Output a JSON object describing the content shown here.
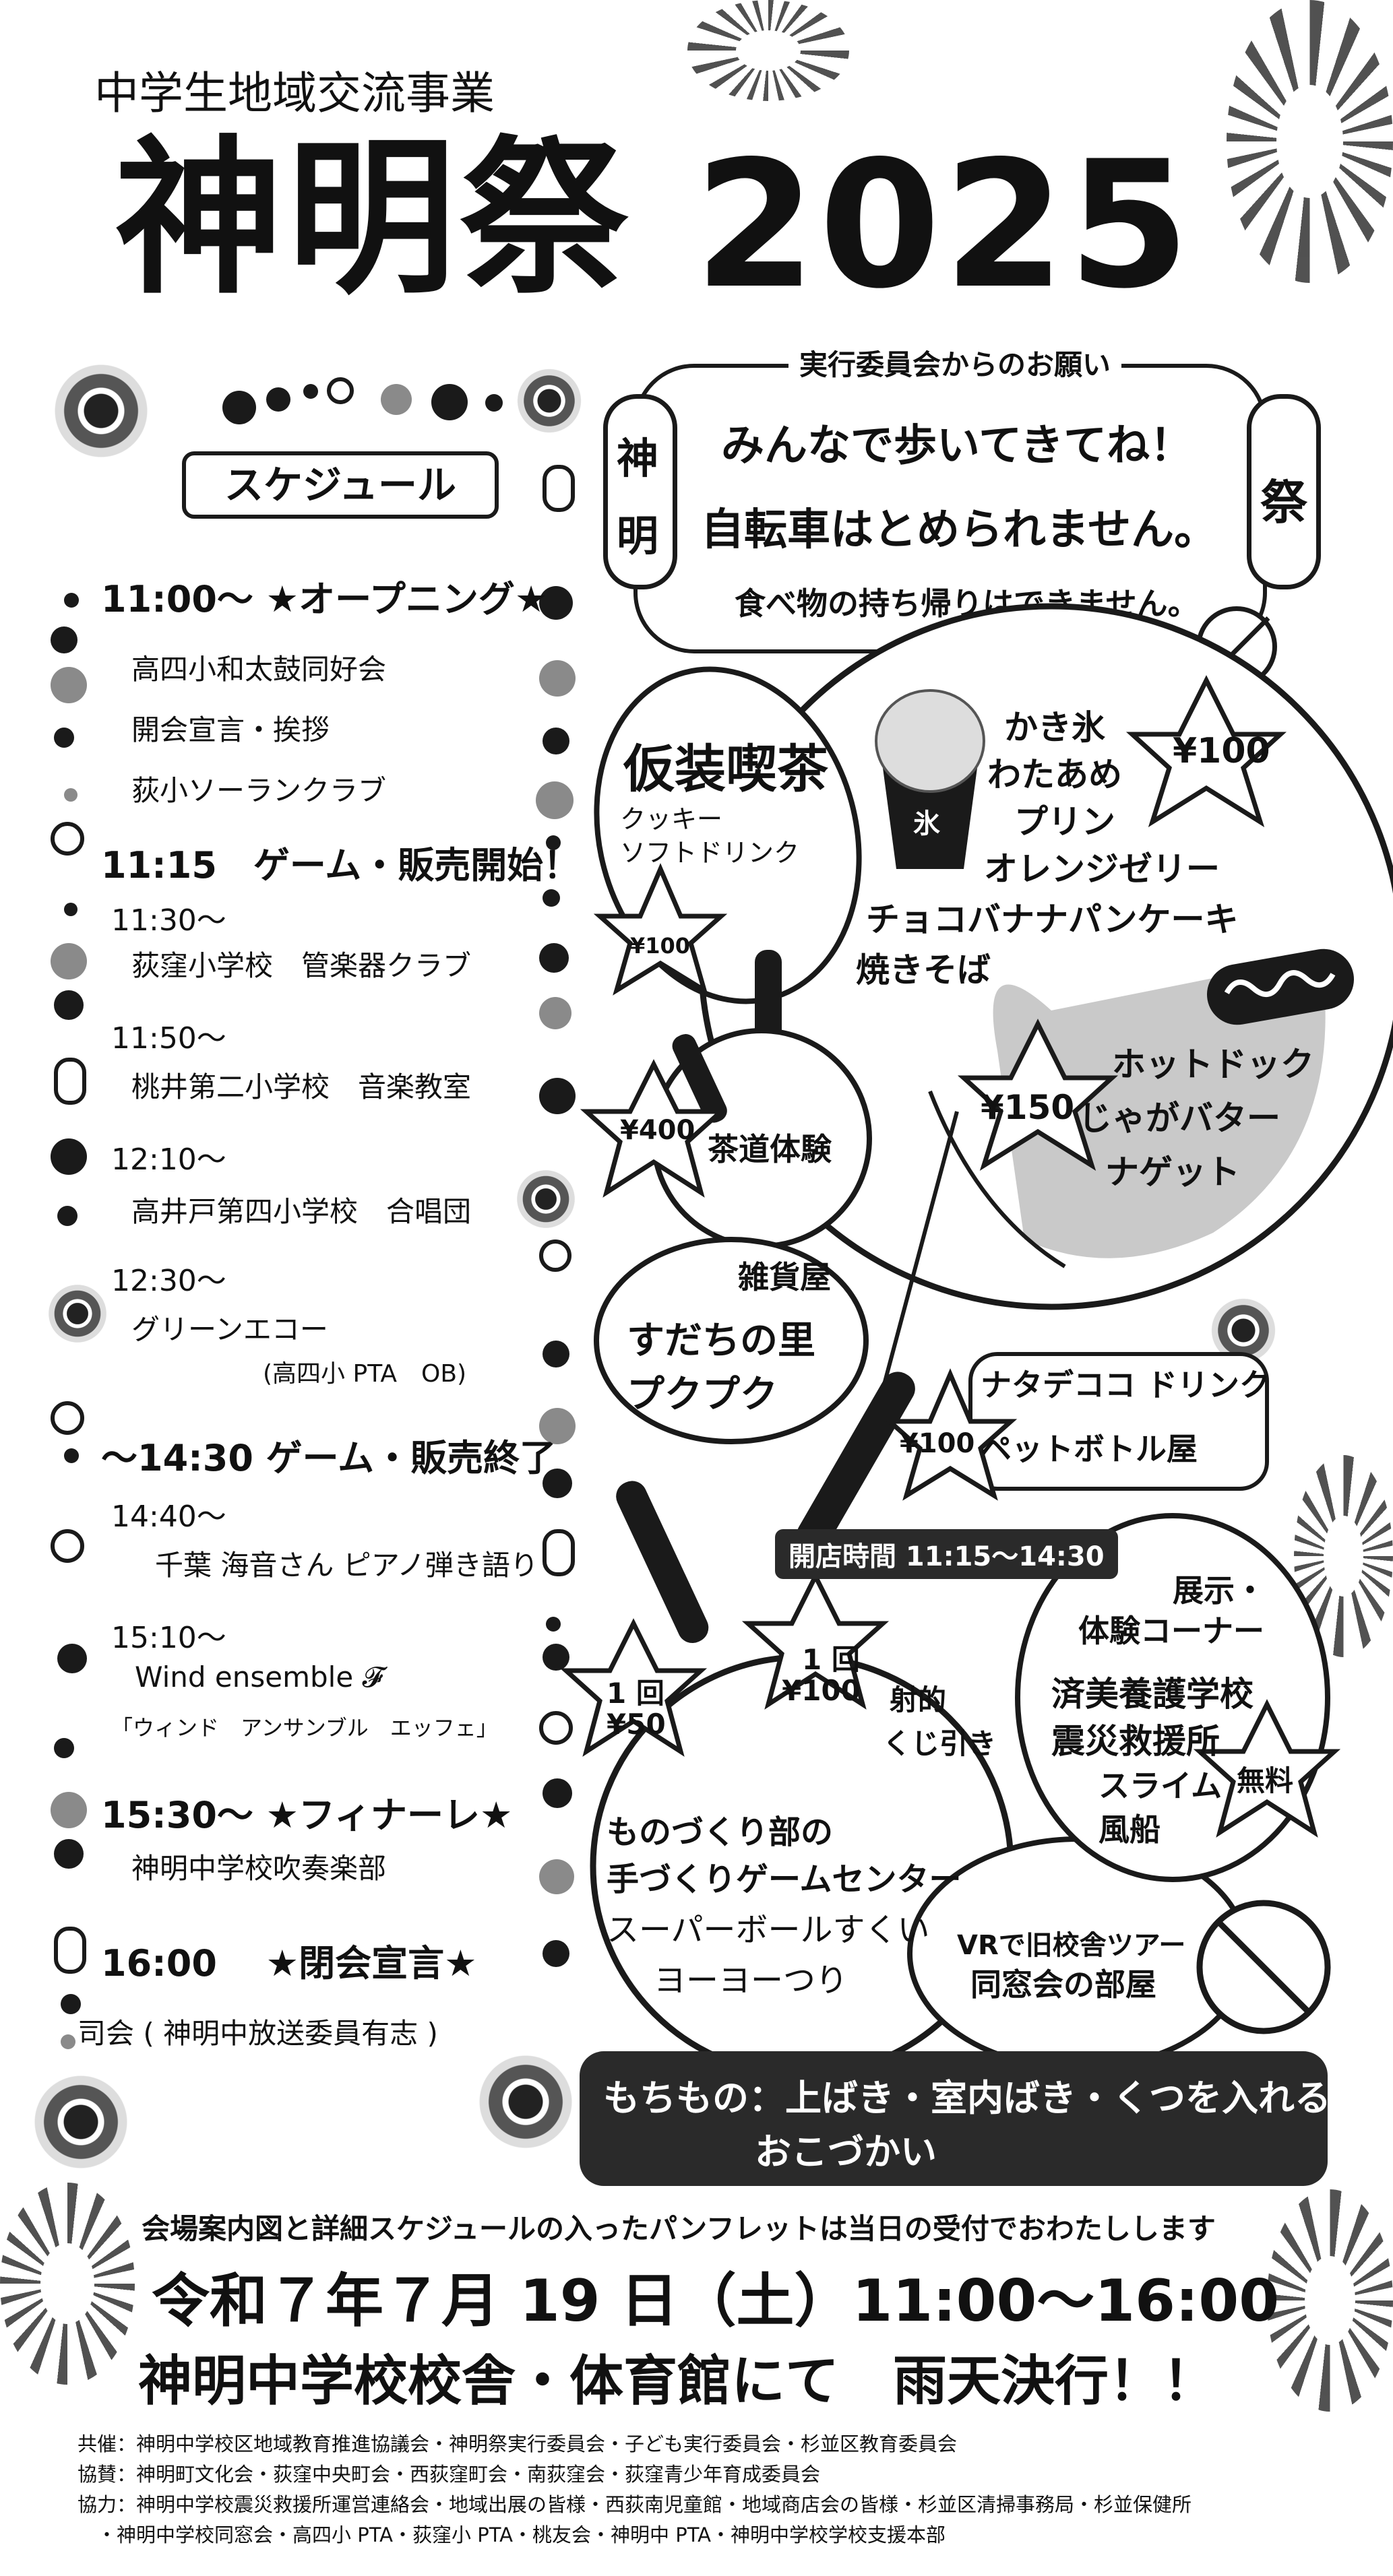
{
  "header": {
    "subtitle": "中学生地域交流事業",
    "title_main": "神明祭",
    "title_year": "2025"
  },
  "request": {
    "heading": "実行委員会からのお願い",
    "line1": "みんなで歩いてきてね！",
    "line2": "自転車はとめられません。",
    "line3": "食べ物の持ち帰りはできません。",
    "lantern_left_top": "神",
    "lantern_left_bottom": "明",
    "lantern_right": "祭"
  },
  "schedule": {
    "heading": "スケジュール",
    "blocks": [
      {
        "head": "11:00〜 ★オープニング★",
        "items": [
          "高四小和太鼓同好会",
          "開会宣言・挨拶",
          "荻小ソーランクラブ"
        ]
      },
      {
        "head": "11:15　ゲーム・販売開始！",
        "items": []
      },
      {
        "time": "11:30〜",
        "items": [
          "荻窪小学校　管楽器クラブ"
        ]
      },
      {
        "time": "11:50〜",
        "items": [
          "桃井第二小学校　音楽教室"
        ]
      },
      {
        "time": "12:10〜",
        "items": [
          "高井戸第四小学校　合唱団"
        ]
      },
      {
        "time": "12:30〜",
        "items": [
          "グリーンエコー",
          "(高四小 PTA　OB)"
        ]
      },
      {
        "head": "〜14:30 ゲーム・販売終了",
        "items": []
      },
      {
        "time": "14:40〜",
        "items": [
          "千葉 海音さん ピアノ弾き語り"
        ]
      },
      {
        "time": "15:10〜",
        "items": [
          "Wind ensemble 𝓕",
          "「ウィンド　アンサンブル　エッフェ」"
        ]
      },
      {
        "head": "15:30〜 ★フィナーレ★",
        "items": [
          "神明中学校吹奏楽部"
        ]
      },
      {
        "head": "16:00　 ★閉会宣言★",
        "items": [
          "司会 ( 神明中放送委員有志 )"
        ]
      }
    ]
  },
  "booths": {
    "cafe": {
      "title": "仮装喫茶",
      "items": [
        "クッキー",
        "ソフトドリンク"
      ],
      "price": "¥100"
    },
    "food1": {
      "items": [
        "かき氷",
        "わたあめ",
        "プリン",
        "オレンジゼリー",
        "チョコバナナパンケーキ",
        "焼きそば"
      ],
      "price": "¥100"
    },
    "food2": {
      "items": [
        "ホットドック",
        "じゃがバター",
        "ナゲット"
      ],
      "price": "¥150"
    },
    "tea": {
      "title": "茶道体験",
      "price": "¥400"
    },
    "zakka": {
      "items": [
        "雑貨屋",
        "すだちの里",
        "プクプク"
      ]
    },
    "drink": {
      "items": [
        "ナタデココ ドリンク",
        "ペットボトル屋"
      ],
      "price": "¥100"
    },
    "hours": "開店時間 11:15〜14:30",
    "game": {
      "price1_top": "1 回",
      "price1_bottom": "¥50",
      "price2_top": "1 回",
      "price2_bottom": "¥100",
      "items": [
        "射的",
        "くじ引き",
        "ものづくり部の",
        "手づくりゲームセンター",
        "スーパーボールすくい",
        "ヨーヨーつり"
      ]
    },
    "exhibit": {
      "items": [
        "展示・",
        "体験コーナー",
        "済美養護学校",
        "震災救援所",
        "スライム",
        "風船"
      ],
      "price": "無料"
    },
    "vr": {
      "items": [
        "VRで旧校舎ツアー",
        "同窓会の部屋"
      ]
    },
    "ice_label": "氷"
  },
  "bring": {
    "line1": "もちもの：上ばき・室内ばき・くつを入れる袋",
    "line2": "おこづかい"
  },
  "footer": {
    "note": "会場案内図と詳細スケジュールの入ったパンフレットは当日の受付でおわたしします",
    "date": "令和７年７月 19 日（土）11:00〜16:00",
    "place": "神明中学校校舎・体育館にて　雨天決行！！",
    "credits": [
      "共催：神明中学校区地域教育推進協議会・神明祭実行委員会・子ども実行委員会・杉並区教育委員会",
      "協賛：神明町文化会・荻窪中央町会・西荻窪町会・南荻窪会・荻窪青少年育成委員会",
      "協力：神明中学校震災救援所運営連絡会・地域出展の皆様・西荻南児童館・地域商店会の皆様・杉並区清掃事務局・杉並保健所",
      "　・神明中学校同窓会・高四小 PTA・荻窪小 PTA・桃友会・神明中 PTA・神明中学校学校支援本部"
    ]
  }
}
